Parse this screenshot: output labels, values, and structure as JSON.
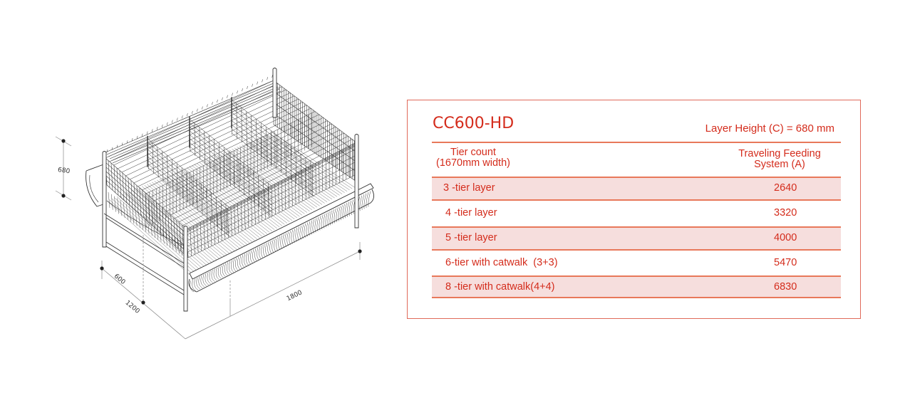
{
  "drawing": {
    "subject": "layer-cage-isometric",
    "dimensions": {
      "height_label": "680",
      "depth_half_label": "600",
      "depth_full_label": "1200",
      "length_label": "1800"
    }
  },
  "spec": {
    "model": "CC600-HD",
    "layer_height": "Layer Height (C) = 680 mm",
    "columns": {
      "left_line1": "Tier count",
      "left_line2": "(1670mm width)",
      "right_line1": "Traveling Feeding",
      "right_line2": "System (A)"
    },
    "rows": [
      {
        "label": "3 -tier layer",
        "value": "2640",
        "shaded": true
      },
      {
        "label": "4 -tier layer",
        "value": "3320",
        "shaded": false
      },
      {
        "label": "5 -tier layer",
        "value": "4000",
        "shaded": true
      },
      {
        "label": "6-tier with catwalk  (3+3)",
        "value": "5470",
        "shaded": false
      },
      {
        "label": "8 -tier with catwalk(4+4)",
        "value": "6830",
        "shaded": true
      }
    ]
  },
  "colors": {
    "accent_red": "#d42c1c",
    "border": "#e06a5a",
    "row_rule": "#e8785a",
    "row_shade": "#f6dedd",
    "line_drawing": "#333333"
  }
}
